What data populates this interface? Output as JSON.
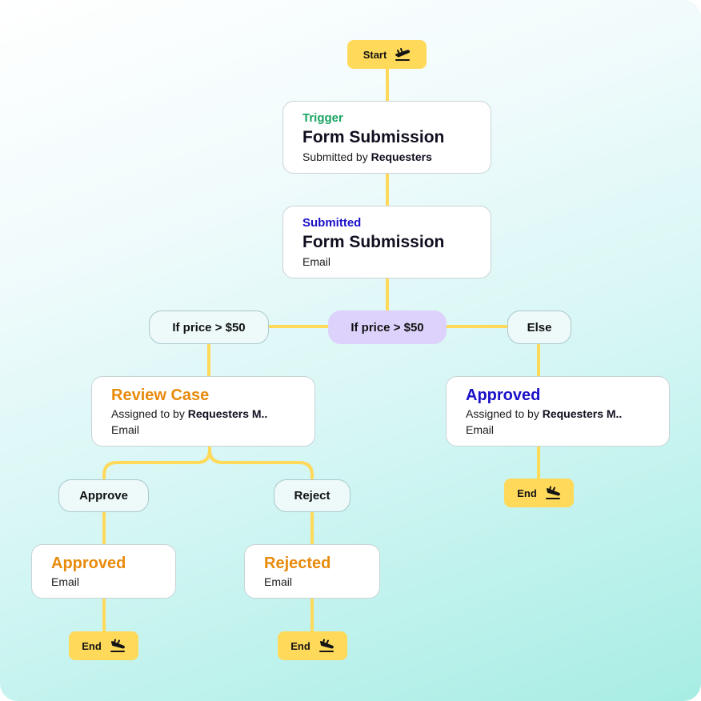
{
  "colors": {
    "connector": "#ffd95a",
    "accent_green": "#19a463",
    "accent_blue": "#1a10c8",
    "accent_orange": "#e88b0c",
    "condition_purple": "#ddd2fb"
  },
  "start": {
    "label": "Start",
    "icon": "takeoff-icon"
  },
  "trigger_card": {
    "kicker": "Trigger",
    "title": "Form Submission",
    "line_prefix": "Submitted by",
    "line_bold": "Requesters"
  },
  "submitted_card": {
    "kicker": "Submitted",
    "title": "Form Submission",
    "line": "Email"
  },
  "conditions": {
    "center": "If price > $50",
    "left": "If price > $50",
    "right": "Else"
  },
  "review_card": {
    "title": "Review Case",
    "line_prefix": "Assigned to by",
    "line_bold": "Requesters M..",
    "line2": "Email"
  },
  "approved_right_card": {
    "title": "Approved",
    "line_prefix": "Assigned to by",
    "line_bold": "Requesters M..",
    "line2": "Email"
  },
  "actions": {
    "approve": "Approve",
    "reject": "Reject"
  },
  "approved_left_card": {
    "title": "Approved",
    "line": "Email"
  },
  "rejected_card": {
    "title": "Rejected",
    "line": "Email"
  },
  "end": {
    "label": "End",
    "icon": "landing-icon"
  }
}
